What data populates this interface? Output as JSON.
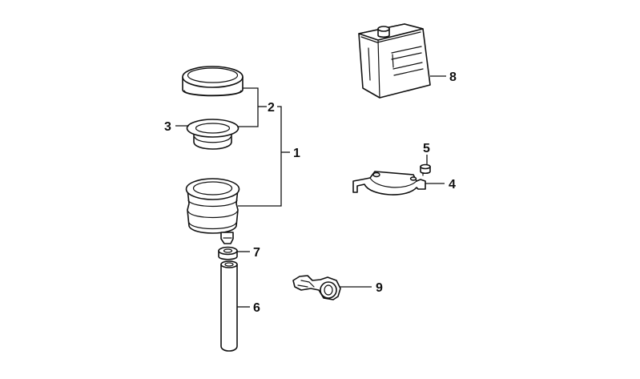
{
  "callouts": [
    {
      "id": "1",
      "text": "1"
    },
    {
      "id": "2",
      "text": "2"
    },
    {
      "id": "3",
      "text": "3"
    },
    {
      "id": "4",
      "text": "4"
    },
    {
      "id": "5",
      "text": "5"
    },
    {
      "id": "6",
      "text": "6"
    },
    {
      "id": "7",
      "text": "7"
    },
    {
      "id": "8",
      "text": "8"
    },
    {
      "id": "9",
      "text": "9"
    }
  ],
  "colors": {
    "line": "#111111",
    "background": "#ffffff"
  }
}
